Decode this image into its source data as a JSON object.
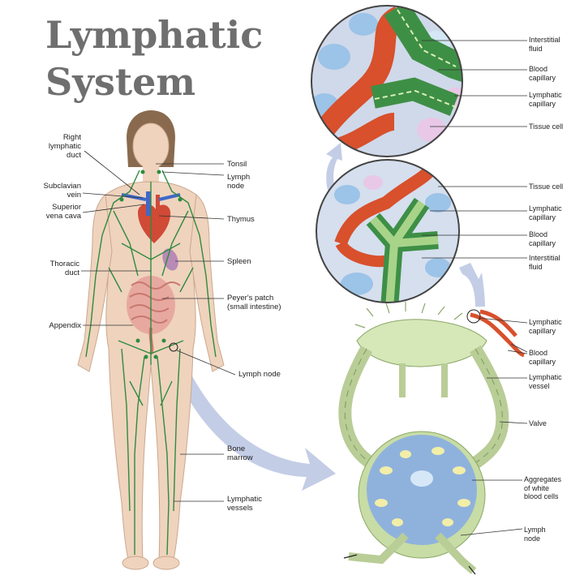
{
  "title": {
    "line1": "Lymphatic",
    "line2": "System"
  },
  "body_labels": {
    "right_lymphatic_duct": "Right\nlymphatic\nduct",
    "subclavian_vein": "Subclavian\nvein",
    "superior_vena_cava": "Superior\nvena cava",
    "thoracic_duct": "Thoracic\nduct",
    "appendix": "Appendix",
    "tonsil": "Tonsil",
    "lymph_node_neck": "Lymph\nnode",
    "thymus": "Thymus",
    "spleen": "Spleen",
    "peyers_patch": "Peyer's patch\n(small intestine)",
    "lymph_node_leg": "Lymph node",
    "bone_marrow": "Bone\nmarrow",
    "lymphatic_vessels": "Lymphatic\nvessels"
  },
  "upper_circle_labels": {
    "interstitial_fluid": "Interstitial\nfluid",
    "blood_capillary": "Blood\ncapillary",
    "lymphatic_capillary": "Lymphatic\ncapillary",
    "tissue_cell": "Tissue cell"
  },
  "middle_circle_labels": {
    "tissue_cell": "Tissue cell",
    "lymphatic_capillary": "Lymphatic\ncapillary",
    "blood_capillary": "Blood\ncapillary",
    "interstitial_fluid": "Interstitial\nfluid"
  },
  "node_labels": {
    "lymphatic_capillary": "Lymphatic\ncapillary",
    "blood_capillary": "Blood\ncapillary",
    "lymphatic_vessel": "Lymphatic\nvessel",
    "valve": "Valve",
    "aggregates": "Aggregates\nof white\nblood cells",
    "lymph_node": "Lymph\nnode"
  },
  "colors": {
    "title": "#6f6f6f",
    "skin": "#efd3bd",
    "lymph_green": "#2e8b3f",
    "blood_red": "#d8502c",
    "arrow_blue": "#c3cde6",
    "node_blue": "#8fb2dd",
    "node_green": "#c8dca5"
  }
}
